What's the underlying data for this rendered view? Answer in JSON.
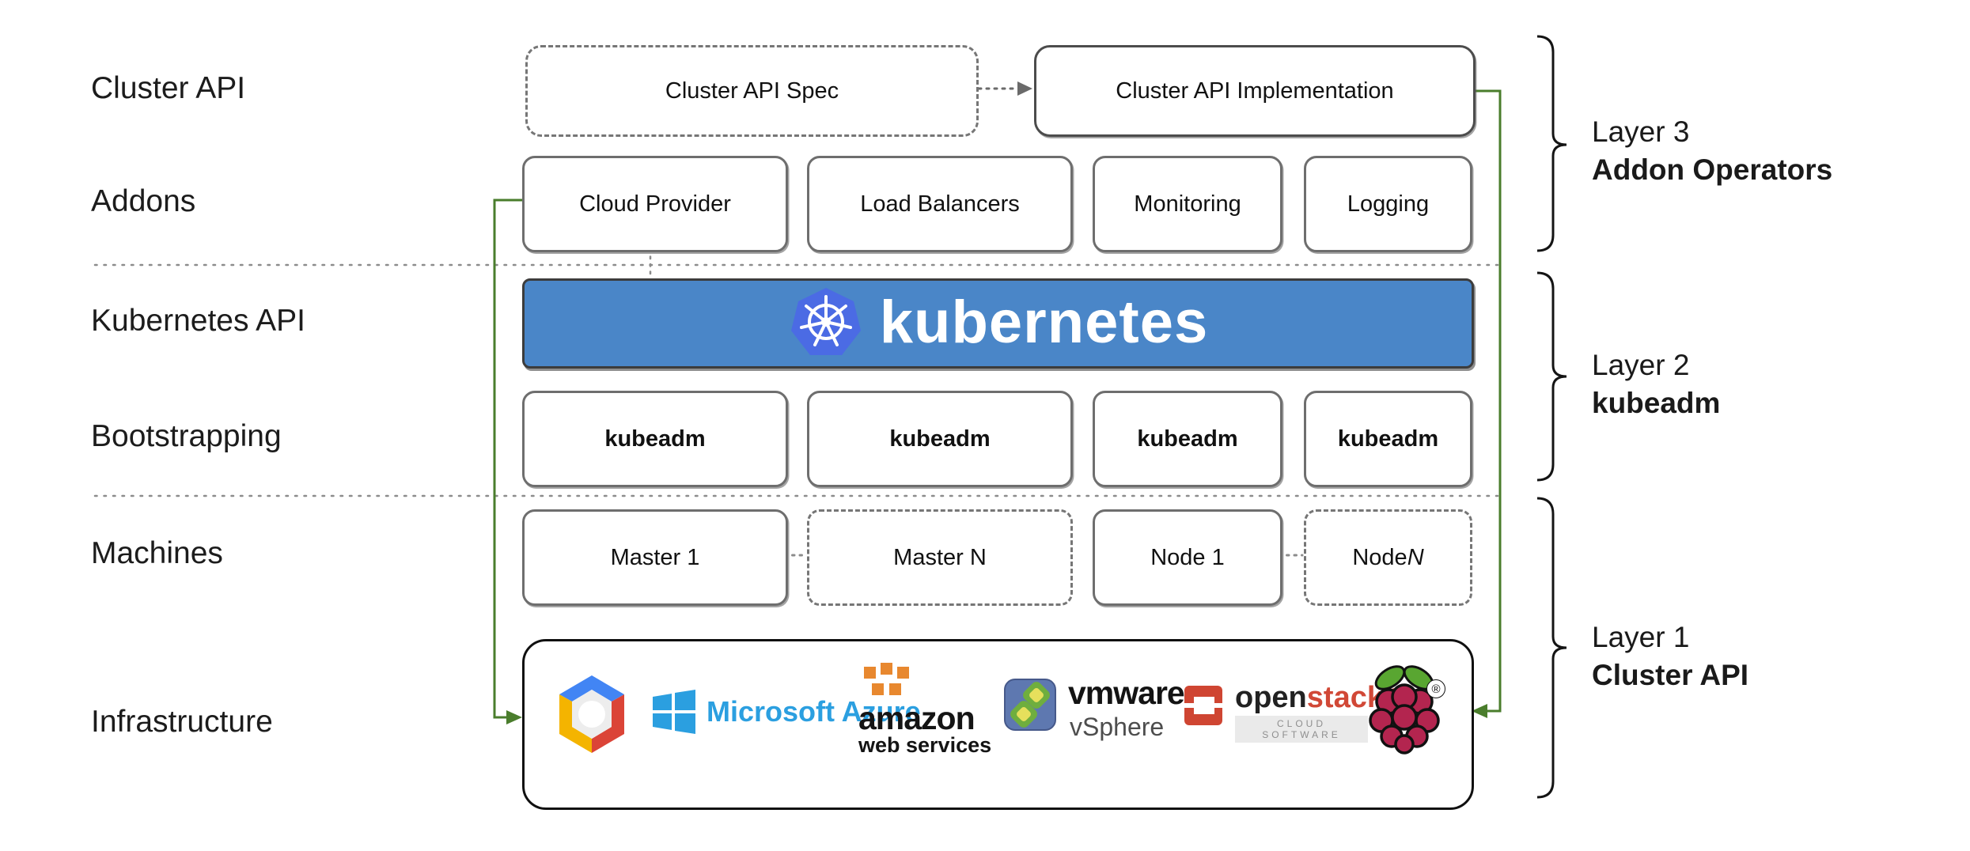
{
  "diagram": {
    "row_labels": [
      "Cluster API",
      "Addons",
      "Kubernetes API",
      "Bootstrapping",
      "Machines",
      "Infrastructure"
    ],
    "top_row": {
      "spec": "Cluster API Spec",
      "impl": "Cluster API Implementation"
    },
    "addons": [
      "Cloud Provider",
      "Load Balancers",
      "Monitoring",
      "Logging"
    ],
    "banner": {
      "text": "kubernetes"
    },
    "bootstrapping": [
      "kubeadm",
      "kubeadm",
      "kubeadm",
      "kubeadm"
    ],
    "machines": [
      {
        "label": "Master 1"
      },
      {
        "label": "Master N"
      },
      {
        "label": "Node 1"
      },
      {
        "prefix": "Node ",
        "suffix": "N"
      }
    ],
    "layers": [
      {
        "layer": "Layer 3",
        "name": "Addon Operators"
      },
      {
        "layer": "Layer 2",
        "name": "kubeadm"
      },
      {
        "layer": "Layer 1",
        "name": "Cluster API"
      }
    ],
    "infrastructure": {
      "azure_text": "Microsoft Azure",
      "aws_line1": "amazon",
      "aws_line2": "web services",
      "vmware_text": "vmware",
      "vsphere_text": "vSphere",
      "openstack_open": "open",
      "openstack_stack": "stack",
      "openstack_tm": "™",
      "openstack_band": "CLOUD SOFTWARE",
      "raspberry_reg": "®"
    },
    "colors": {
      "connector_green": "#4a7d2c",
      "banner_blue": "#4a86c8",
      "k8s_logo_blue": "#4b6be4",
      "azure_blue": "#2b9fe0",
      "aws_orange": "#e8882f",
      "gcp_blue": "#4285f4",
      "gcp_red": "#db4437",
      "gcp_yellow": "#f4b400",
      "vmware_slate": "#5e78b0",
      "vmware_green": "#6fae3e",
      "openstack_red": "#d14836",
      "raspberry_red": "#b3254f",
      "leaf_green": "#59a631",
      "border_gray": "#6e6e6e"
    }
  }
}
